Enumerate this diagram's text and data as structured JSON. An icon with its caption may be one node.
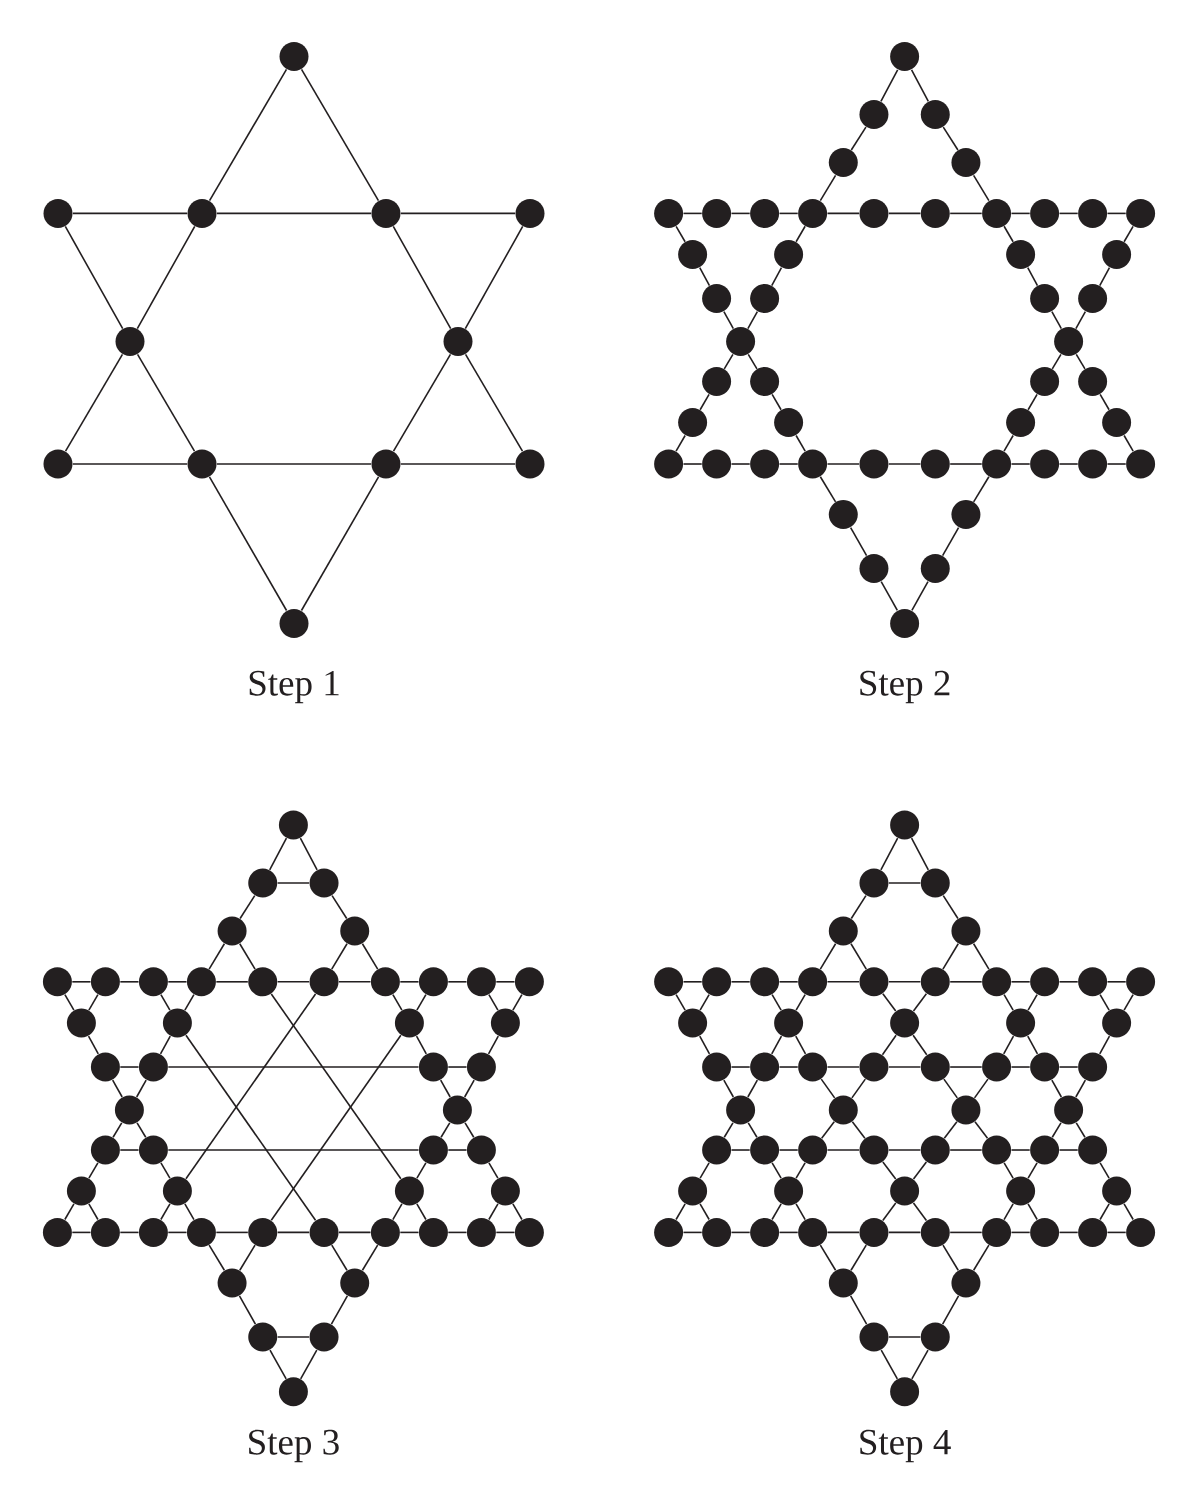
{
  "diagram": {
    "nodes": [
      {
        "text": [],
        "shape": "circle"
      },
      {
        "text": [],
        "shape": "circle"
      },
      {
        "text": [],
        "shape": "circle"
      },
      {
        "text": [],
        "shape": "circle"
      },
      {
        "text": [],
        "shape": "circle"
      },
      {
        "text": [],
        "shape": "circle"
      },
      {
        "text": [],
        "shape": "circle"
      },
      {
        "text": [],
        "shape": "circle"
      },
      {
        "text": [],
        "shape": "circle"
      },
      {
        "text": [],
        "shape": "circle"
      },
      {
        "text": [],
        "shape": "circle"
      },
      {
        "text": [],
        "shape": "circle"
      },
      {
        "text": [],
        "shape": "circle"
      },
      {
        "text": [],
        "shape": "circle"
      },
      {
        "text": [],
        "shape": "circle"
      },
      {
        "text": [],
        "shape": "circle"
      },
      {
        "text": [],
        "shape": "circle"
      },
      {
        "text": [],
        "shape": "circle"
      },
      {
        "text": [],
        "shape": "circle"
      },
      {
        "text": [],
        "shape": "circle"
      },
      {
        "text": [],
        "shape": "circle"
      },
      {
        "text": [],
        "shape": "circle"
      },
      {
        "text": [],
        "shape": "circle"
      },
      {
        "text": [],
        "shape": "circle"
      },
      {
        "text": [],
        "shape": "circle"
      },
      {
        "text": [],
        "shape": "circle"
      },
      {
        "text": [],
        "shape": "circle"
      },
      {
        "text": [],
        "shape": "circle"
      },
      {
        "text": [],
        "shape": "circle"
      },
      {
        "text": [],
        "shape": "circle"
      },
      {
        "text": [],
        "shape": "circle"
      },
      {
        "text": [],
        "shape": "circle"
      },
      {
        "text": [],
        "shape": "circle"
      },
      {
        "text": [],
        "shape": "circle"
      },
      {
        "text": [],
        "shape": "circle"
      },
      {
        "text": [],
        "shape": "circle"
      },
      {
        "text": [],
        "shape": "circle"
      },
      {
        "text": [],
        "shape": "circle"
      },
      {
        "text": [],
        "shape": "circle"
      },
      {
        "text": [],
        "shape": "circle"
      },
      {
        "text": [],
        "shape": "circle"
      },
      {
        "text": [],
        "shape": "circle"
      },
      {
        "text": [],
        "shape": "circle"
      },
      {
        "text": [],
        "shape": "circle"
      },
      {
        "text": [],
        "shape": "circle"
      },
      {
        "text": [],
        "shape": "circle"
      },
      {
        "text": [],
        "shape": "circle"
      },
      {
        "text": [],
        "shape": "circle"
      },
      {
        "text": [],
        "shape": "circle"
      },
      {
        "text": [],
        "shape": "circle"
      },
      {
        "text": [],
        "shape": "circle"
      },
      {
        "text": [],
        "shape": "circle"
      },
      {
        "text": [],
        "shape": "circle"
      },
      {
        "text": [],
        "shape": "circle"
      },
      {
        "text": [],
        "shape": "circle"
      },
      {
        "text": [],
        "shape": "circle"
      },
      {
        "text": [],
        "shape": "circle"
      },
      {
        "text": [],
        "shape": "circle"
      },
      {
        "text": [],
        "shape": "circle"
      },
      {
        "text": [],
        "shape": "circle"
      },
      {
        "text": [],
        "shape": "circle"
      },
      {
        "text": [],
        "shape": "circle"
      },
      {
        "text": [],
        "shape": "circle"
      },
      {
        "text": [],
        "shape": "circle"
      },
      {
        "text": [],
        "shape": "circle"
      },
      {
        "text": [],
        "shape": "circle"
      },
      {
        "text": [],
        "shape": "circle"
      },
      {
        "text": [],
        "shape": "circle"
      },
      {
        "text": [],
        "shape": "circle"
      },
      {
        "text": [],
        "shape": "circle"
      },
      {
        "text": [],
        "shape": "circle"
      },
      {
        "text": [],
        "shape": "circle"
      },
      {
        "text": [],
        "shape": "circle"
      },
      {
        "text": [],
        "shape": "circle"
      },
      {
        "text": [],
        "shape": "circle"
      },
      {
        "text": [],
        "shape": "circle"
      },
      {
        "text": [],
        "shape": "circle"
      },
      {
        "text": [],
        "shape": "circle"
      },
      {
        "text": [],
        "shape": "circle"
      },
      {
        "text": [],
        "shape": "circle"
      },
      {
        "text": [],
        "shape": "circle"
      },
      {
        "text": [],
        "shape": "circle"
      },
      {
        "text": [],
        "shape": "circle"
      },
      {
        "text": [],
        "shape": "circle"
      },
      {
        "text": [],
        "shape": "circle"
      },
      {
        "text": [],
        "shape": "circle"
      },
      {
        "text": [],
        "shape": "circle"
      },
      {
        "text": [],
        "shape": "circle"
      },
      {
        "text": [],
        "shape": "circle"
      },
      {
        "text": [],
        "shape": "circle"
      },
      {
        "text": [],
        "shape": "circle"
      },
      {
        "text": [],
        "shape": "circle"
      },
      {
        "text": [],
        "shape": "circle"
      },
      {
        "text": [],
        "shape": "circle"
      },
      {
        "text": [],
        "shape": "circle"
      },
      {
        "text": [],
        "shape": "circle"
      },
      {
        "text": [],
        "shape": "circle"
      },
      {
        "text": [],
        "shape": "circle"
      },
      {
        "text": [],
        "shape": "circle"
      },
      {
        "text": [],
        "shape": "circle"
      },
      {
        "text": [],
        "shape": "circle"
      },
      {
        "text": [],
        "shape": "circle"
      },
      {
        "text": [],
        "shape": "circle"
      },
      {
        "text": [],
        "shape": "circle"
      },
      {
        "text": [],
        "shape": "circle"
      },
      {
        "text": [],
        "shape": "circle"
      },
      {
        "text": [],
        "shape": "circle"
      },
      {
        "text": [],
        "shape": "circle"
      },
      {
        "text": [],
        "shape": "circle"
      },
      {
        "text": [],
        "shape": "circle"
      },
      {
        "text": [],
        "shape": "circle"
      },
      {
        "text": [],
        "shape": "circle"
      },
      {
        "text": [],
        "shape": "circle"
      },
      {
        "text": [],
        "shape": "circle"
      },
      {
        "text": [],
        "shape": "circle"
      },
      {
        "text": [],
        "shape": "circle"
      },
      {
        "text": [],
        "shape": "circle"
      },
      {
        "text": [],
        "shape": "circle"
      },
      {
        "text": [],
        "shape": "circle"
      },
      {
        "text": [],
        "shape": "circle"
      },
      {
        "text": [],
        "shape": "circle"
      },
      {
        "text": [],
        "shape": "circle"
      },
      {
        "text": [],
        "shape": "circle"
      },
      {
        "text": [],
        "shape": "circle"
      },
      {
        "text": [],
        "shape": "circle"
      },
      {
        "text": [],
        "shape": "circle"
      },
      {
        "text": [],
        "shape": "circle"
      },
      {
        "text": [],
        "shape": "circle"
      },
      {
        "text": [],
        "shape": "circle"
      },
      {
        "text": [],
        "shape": "circle"
      },
      {
        "text": [],
        "shape": "circle"
      },
      {
        "text": [],
        "shape": "circle"
      },
      {
        "text": [],
        "shape": "circle"
      },
      {
        "text": [],
        "shape": "circle"
      },
      {
        "text": [],
        "shape": "circle"
      },
      {
        "text": [],
        "shape": "circle"
      },
      {
        "text": [],
        "shape": "circle"
      },
      {
        "text": [],
        "shape": "circle"
      },
      {
        "text": [],
        "shape": "circle"
      },
      {
        "text": [],
        "shape": "circle"
      },
      {
        "text": [],
        "shape": "circle"
      },
      {
        "text": [],
        "shape": "circle"
      },
      {
        "text": [],
        "shape": "circle"
      },
      {
        "text": [],
        "shape": "circle"
      },
      {
        "text": [],
        "shape": "circle"
      },
      {
        "text": [],
        "shape": "circle"
      },
      {
        "text": [],
        "shape": "circle"
      },
      {
        "text": [],
        "shape": "circle"
      },
      {
        "text": [],
        "shape": "circle"
      },
      {
        "text": [],
        "shape": "circle"
      },
      {
        "text": [],
        "shape": "circle"
      },
      {
        "text": [],
        "shape": "circle"
      },
      {
        "text": [],
        "shape": "circle"
      },
      {
        "text": [],
        "shape": "circle"
      },
      {
        "text": [],
        "shape": "circle"
      },
      {
        "text": [],
        "shape": "circle"
      },
      {
        "text": [],
        "shape": "circle"
      },
      {
        "text": [],
        "shape": "circle"
      },
      {
        "text": [],
        "shape": "circle"
      },
      {
        "text": [],
        "shape": "circle"
      },
      {
        "text": [],
        "shape": "circle"
      },
      {
        "text": [],
        "shape": "circle"
      },
      {
        "text": [],
        "shape": "circle"
      },
      {
        "text": [],
        "shape": "circle"
      },
      {
        "text": [],
        "shape": "circle"
      },
      {
        "text": [],
        "shape": "circle"
      },
      {
        "text": [],
        "shape": "circle"
      },
      {
        "text": [],
        "shape": "circle"
      }
    ],
    "edges": [
      {
        "from": 0,
        "to": 2,
        "arrow": "none"
      },
      {
        "from": 2,
        "to": 5,
        "arrow": "none"
      },
      {
        "from": 5,
        "to": 7,
        "arrow": "none"
      },
      {
        "from": 0,
        "to": 3,
        "arrow": "none"
      },
      {
        "from": 3,
        "to": 6,
        "arrow": "none"
      },
      {
        "from": 6,
        "to": 10,
        "arrow": "none"
      },
      {
        "from": 7,
        "to": 8,
        "arrow": "none"
      },
      {
        "from": 8,
        "to": 9,
        "arrow": "none"
      },
      {
        "from": 9,
        "to": 10,
        "arrow": "none"
      },
      {
        "from": 1,
        "to": 2,
        "arrow": "none"
      },
      {
        "from": 2,
        "to": 3,
        "arrow": "none"
      },
      {
        "from": 3,
        "to": 4,
        "arrow": "none"
      },
      {
        "from": 1,
        "to": 5,
        "arrow": "none"
      },
      {
        "from": 5,
        "to": 8,
        "arrow": "none"
      },
      {
        "from": 8,
        "to": 11,
        "arrow": "none"
      },
      {
        "from": 4,
        "to": 6,
        "arrow": "none"
      },
      {
        "from": 6,
        "to": 9,
        "arrow": "none"
      },
      {
        "from": 9,
        "to": 11,
        "arrow": "none"
      },
      {
        "from": 12,
        "to": 13,
        "arrow": "none"
      },
      {
        "from": 13,
        "to": 15,
        "arrow": "none"
      },
      {
        "from": 15,
        "to": 20,
        "arrow": "none"
      },
      {
        "from": 20,
        "to": 28,
        "arrow": "none"
      },
      {
        "from": 28,
        "to": 32,
        "arrow": "none"
      },
      {
        "from": 32,
        "to": 35,
        "arrow": "none"
      },
      {
        "from": 35,
        "to": 37,
        "arrow": "none"
      },
      {
        "from": 37,
        "to": 41,
        "arrow": "none"
      },
      {
        "from": 41,
        "to": 45,
        "arrow": "none"
      },
      {
        "from": 12,
        "to": 14,
        "arrow": "none"
      },
      {
        "from": 14,
        "to": 16,
        "arrow": "none"
      },
      {
        "from": 16,
        "to": 23,
        "arrow": "none"
      },
      {
        "from": 23,
        "to": 29,
        "arrow": "none"
      },
      {
        "from": 29,
        "to": 33,
        "arrow": "none"
      },
      {
        "from": 33,
        "to": 36,
        "arrow": "none"
      },
      {
        "from": 36,
        "to": 40,
        "arrow": "none"
      },
      {
        "from": 40,
        "to": 44,
        "arrow": "none"
      },
      {
        "from": 44,
        "to": 54,
        "arrow": "none"
      },
      {
        "from": 45,
        "to": 46,
        "arrow": "none"
      },
      {
        "from": 46,
        "to": 47,
        "arrow": "none"
      },
      {
        "from": 47,
        "to": 48,
        "arrow": "none"
      },
      {
        "from": 48,
        "to": 49,
        "arrow": "none"
      },
      {
        "from": 49,
        "to": 50,
        "arrow": "none"
      },
      {
        "from": 50,
        "to": 51,
        "arrow": "none"
      },
      {
        "from": 51,
        "to": 52,
        "arrow": "none"
      },
      {
        "from": 52,
        "to": 53,
        "arrow": "none"
      },
      {
        "from": 53,
        "to": 54,
        "arrow": "none"
      },
      {
        "from": 17,
        "to": 18,
        "arrow": "none"
      },
      {
        "from": 18,
        "to": 19,
        "arrow": "none"
      },
      {
        "from": 19,
        "to": 20,
        "arrow": "none"
      },
      {
        "from": 20,
        "to": 21,
        "arrow": "none"
      },
      {
        "from": 21,
        "to": 22,
        "arrow": "none"
      },
      {
        "from": 22,
        "to": 23,
        "arrow": "none"
      },
      {
        "from": 23,
        "to": 24,
        "arrow": "none"
      },
      {
        "from": 24,
        "to": 25,
        "arrow": "none"
      },
      {
        "from": 25,
        "to": 26,
        "arrow": "none"
      },
      {
        "from": 17,
        "to": 27,
        "arrow": "none"
      },
      {
        "from": 27,
        "to": 31,
        "arrow": "none"
      },
      {
        "from": 31,
        "to": 35,
        "arrow": "none"
      },
      {
        "from": 35,
        "to": 38,
        "arrow": "none"
      },
      {
        "from": 38,
        "to": 42,
        "arrow": "none"
      },
      {
        "from": 42,
        "to": 48,
        "arrow": "none"
      },
      {
        "from": 48,
        "to": 55,
        "arrow": "none"
      },
      {
        "from": 55,
        "to": 57,
        "arrow": "none"
      },
      {
        "from": 57,
        "to": 59,
        "arrow": "none"
      },
      {
        "from": 26,
        "to": 30,
        "arrow": "none"
      },
      {
        "from": 30,
        "to": 34,
        "arrow": "none"
      },
      {
        "from": 34,
        "to": 36,
        "arrow": "none"
      },
      {
        "from": 36,
        "to": 39,
        "arrow": "none"
      },
      {
        "from": 39,
        "to": 43,
        "arrow": "none"
      },
      {
        "from": 43,
        "to": 51,
        "arrow": "none"
      },
      {
        "from": 51,
        "to": 56,
        "arrow": "none"
      },
      {
        "from": 56,
        "to": 58,
        "arrow": "none"
      },
      {
        "from": 58,
        "to": 59,
        "arrow": "none"
      },
      {
        "from": 61,
        "to": 62,
        "arrow": "none"
      },
      {
        "from": 65,
        "to": 66,
        "arrow": "none"
      },
      {
        "from": 66,
        "to": 67,
        "arrow": "none"
      },
      {
        "from": 67,
        "to": 68,
        "arrow": "none"
      },
      {
        "from": 68,
        "to": 69,
        "arrow": "none"
      },
      {
        "from": 69,
        "to": 70,
        "arrow": "none"
      },
      {
        "from": 70,
        "to": 71,
        "arrow": "none"
      },
      {
        "from": 71,
        "to": 72,
        "arrow": "none"
      },
      {
        "from": 72,
        "to": 73,
        "arrow": "none"
      },
      {
        "from": 73,
        "to": 74,
        "arrow": "none"
      },
      {
        "from": 79,
        "to": 80,
        "arrow": "none"
      },
      {
        "from": 80,
        "to": 81,
        "arrow": "none"
      },
      {
        "from": 81,
        "to": 82,
        "arrow": "none"
      },
      {
        "from": 85,
        "to": 86,
        "arrow": "none"
      },
      {
        "from": 86,
        "to": 87,
        "arrow": "none"
      },
      {
        "from": 87,
        "to": 88,
        "arrow": "none"
      },
      {
        "from": 93,
        "to": 94,
        "arrow": "none"
      },
      {
        "from": 94,
        "to": 95,
        "arrow": "none"
      },
      {
        "from": 95,
        "to": 96,
        "arrow": "none"
      },
      {
        "from": 96,
        "to": 97,
        "arrow": "none"
      },
      {
        "from": 97,
        "to": 98,
        "arrow": "none"
      },
      {
        "from": 98,
        "to": 99,
        "arrow": "none"
      },
      {
        "from": 99,
        "to": 100,
        "arrow": "none"
      },
      {
        "from": 100,
        "to": 101,
        "arrow": "none"
      },
      {
        "from": 101,
        "to": 102,
        "arrow": "none"
      },
      {
        "from": 105,
        "to": 106,
        "arrow": "none"
      },
      {
        "from": 73,
        "to": 78,
        "arrow": "none"
      },
      {
        "from": 60,
        "to": 62,
        "arrow": "none"
      },
      {
        "from": 62,
        "to": 64,
        "arrow": "none"
      },
      {
        "from": 64,
        "to": 71,
        "arrow": "none"
      },
      {
        "from": 71,
        "to": 77,
        "arrow": "none"
      },
      {
        "from": 77,
        "to": 81,
        "arrow": "none"
      },
      {
        "from": 81,
        "to": 84,
        "arrow": "none"
      },
      {
        "from": 84,
        "to": 88,
        "arrow": "none"
      },
      {
        "from": 88,
        "to": 92,
        "arrow": "none"
      },
      {
        "from": 92,
        "to": 102,
        "arrow": "none"
      },
      {
        "from": 63,
        "to": 69,
        "arrow": "none"
      },
      {
        "from": 69,
        "to": 91,
        "arrow": "none"
      },
      {
        "from": 91,
        "to": 100,
        "arrow": "none"
      },
      {
        "from": 67,
        "to": 76,
        "arrow": "none"
      },
      {
        "from": 76,
        "to": 98,
        "arrow": "none"
      },
      {
        "from": 98,
        "to": 104,
        "arrow": "none"
      },
      {
        "from": 65,
        "to": 75,
        "arrow": "none"
      },
      {
        "from": 75,
        "to": 79,
        "arrow": "none"
      },
      {
        "from": 79,
        "to": 83,
        "arrow": "none"
      },
      {
        "from": 83,
        "to": 86,
        "arrow": "none"
      },
      {
        "from": 86,
        "to": 90,
        "arrow": "none"
      },
      {
        "from": 90,
        "to": 96,
        "arrow": "none"
      },
      {
        "from": 96,
        "to": 103,
        "arrow": "none"
      },
      {
        "from": 103,
        "to": 105,
        "arrow": "none"
      },
      {
        "from": 105,
        "to": 107,
        "arrow": "none"
      },
      {
        "from": 89,
        "to": 94,
        "arrow": "none"
      },
      {
        "from": 66,
        "to": 75,
        "arrow": "none"
      },
      {
        "from": 60,
        "to": 61,
        "arrow": "none"
      },
      {
        "from": 61,
        "to": 63,
        "arrow": "none"
      },
      {
        "from": 63,
        "to": 68,
        "arrow": "none"
      },
      {
        "from": 68,
        "to": 76,
        "arrow": "none"
      },
      {
        "from": 76,
        "to": 80,
        "arrow": "none"
      },
      {
        "from": 80,
        "to": 83,
        "arrow": "none"
      },
      {
        "from": 83,
        "to": 85,
        "arrow": "none"
      },
      {
        "from": 85,
        "to": 89,
        "arrow": "none"
      },
      {
        "from": 89,
        "to": 93,
        "arrow": "none"
      },
      {
        "from": 64,
        "to": 70,
        "arrow": "none"
      },
      {
        "from": 70,
        "to": 90,
        "arrow": "none"
      },
      {
        "from": 90,
        "to": 95,
        "arrow": "none"
      },
      {
        "from": 72,
        "to": 77,
        "arrow": "none"
      },
      {
        "from": 77,
        "to": 97,
        "arrow": "none"
      },
      {
        "from": 97,
        "to": 103,
        "arrow": "none"
      },
      {
        "from": 74,
        "to": 78,
        "arrow": "none"
      },
      {
        "from": 78,
        "to": 82,
        "arrow": "none"
      },
      {
        "from": 82,
        "to": 84,
        "arrow": "none"
      },
      {
        "from": 84,
        "to": 87,
        "arrow": "none"
      },
      {
        "from": 87,
        "to": 91,
        "arrow": "none"
      },
      {
        "from": 91,
        "to": 99,
        "arrow": "none"
      },
      {
        "from": 99,
        "to": 104,
        "arrow": "none"
      },
      {
        "from": 104,
        "to": 106,
        "arrow": "none"
      },
      {
        "from": 106,
        "to": 107,
        "arrow": "none"
      },
      {
        "from": 92,
        "to": 101,
        "arrow": "none"
      },
      {
        "from": 109,
        "to": 110,
        "arrow": "none"
      },
      {
        "from": 113,
        "to": 114,
        "arrow": "none"
      },
      {
        "from": 114,
        "to": 115,
        "arrow": "none"
      },
      {
        "from": 115,
        "to": 116,
        "arrow": "none"
      },
      {
        "from": 116,
        "to": 117,
        "arrow": "none"
      },
      {
        "from": 117,
        "to": 118,
        "arrow": "none"
      },
      {
        "from": 118,
        "to": 119,
        "arrow": "none"
      },
      {
        "from": 119,
        "to": 120,
        "arrow": "none"
      },
      {
        "from": 120,
        "to": 121,
        "arrow": "none"
      },
      {
        "from": 121,
        "to": 122,
        "arrow": "none"
      },
      {
        "from": 128,
        "to": 129,
        "arrow": "none"
      },
      {
        "from": 129,
        "to": 130,
        "arrow": "none"
      },
      {
        "from": 130,
        "to": 131,
        "arrow": "none"
      },
      {
        "from": 131,
        "to": 132,
        "arrow": "none"
      },
      {
        "from": 132,
        "to": 133,
        "arrow": "none"
      },
      {
        "from": 133,
        "to": 134,
        "arrow": "none"
      },
      {
        "from": 134,
        "to": 135,
        "arrow": "none"
      },
      {
        "from": 140,
        "to": 141,
        "arrow": "none"
      },
      {
        "from": 141,
        "to": 142,
        "arrow": "none"
      },
      {
        "from": 142,
        "to": 143,
        "arrow": "none"
      },
      {
        "from": 143,
        "to": 144,
        "arrow": "none"
      },
      {
        "from": 144,
        "to": 145,
        "arrow": "none"
      },
      {
        "from": 145,
        "to": 146,
        "arrow": "none"
      },
      {
        "from": 146,
        "to": 147,
        "arrow": "none"
      },
      {
        "from": 153,
        "to": 154,
        "arrow": "none"
      },
      {
        "from": 154,
        "to": 155,
        "arrow": "none"
      },
      {
        "from": 155,
        "to": 156,
        "arrow": "none"
      },
      {
        "from": 156,
        "to": 157,
        "arrow": "none"
      },
      {
        "from": 157,
        "to": 158,
        "arrow": "none"
      },
      {
        "from": 158,
        "to": 159,
        "arrow": "none"
      },
      {
        "from": 159,
        "to": 160,
        "arrow": "none"
      },
      {
        "from": 160,
        "to": 161,
        "arrow": "none"
      },
      {
        "from": 161,
        "to": 162,
        "arrow": "none"
      },
      {
        "from": 165,
        "to": 166,
        "arrow": "none"
      },
      {
        "from": 121,
        "to": 127,
        "arrow": "none"
      },
      {
        "from": 108,
        "to": 110,
        "arrow": "none"
      },
      {
        "from": 110,
        "to": 112,
        "arrow": "none"
      },
      {
        "from": 112,
        "to": 119,
        "arrow": "none"
      },
      {
        "from": 119,
        "to": 126,
        "arrow": "none"
      },
      {
        "from": 126,
        "to": 134,
        "arrow": "none"
      },
      {
        "from": 134,
        "to": 139,
        "arrow": "none"
      },
      {
        "from": 139,
        "to": 147,
        "arrow": "none"
      },
      {
        "from": 147,
        "to": 152,
        "arrow": "none"
      },
      {
        "from": 152,
        "to": 162,
        "arrow": "none"
      },
      {
        "from": 111,
        "to": 117,
        "arrow": "none"
      },
      {
        "from": 117,
        "to": 125,
        "arrow": "none"
      },
      {
        "from": 125,
        "to": 132,
        "arrow": "none"
      },
      {
        "from": 132,
        "to": 138,
        "arrow": "none"
      },
      {
        "from": 138,
        "to": 145,
        "arrow": "none"
      },
      {
        "from": 145,
        "to": 151,
        "arrow": "none"
      },
      {
        "from": 151,
        "to": 160,
        "arrow": "none"
      },
      {
        "from": 115,
        "to": 124,
        "arrow": "none"
      },
      {
        "from": 124,
        "to": 130,
        "arrow": "none"
      },
      {
        "from": 130,
        "to": 137,
        "arrow": "none"
      },
      {
        "from": 137,
        "to": 143,
        "arrow": "none"
      },
      {
        "from": 143,
        "to": 150,
        "arrow": "none"
      },
      {
        "from": 150,
        "to": 158,
        "arrow": "none"
      },
      {
        "from": 158,
        "to": 164,
        "arrow": "none"
      },
      {
        "from": 113,
        "to": 123,
        "arrow": "none"
      },
      {
        "from": 123,
        "to": 128,
        "arrow": "none"
      },
      {
        "from": 128,
        "to": 136,
        "arrow": "none"
      },
      {
        "from": 136,
        "to": 141,
        "arrow": "none"
      },
      {
        "from": 141,
        "to": 149,
        "arrow": "none"
      },
      {
        "from": 149,
        "to": 156,
        "arrow": "none"
      },
      {
        "from": 156,
        "to": 163,
        "arrow": "none"
      },
      {
        "from": 163,
        "to": 165,
        "arrow": "none"
      },
      {
        "from": 165,
        "to": 167,
        "arrow": "none"
      },
      {
        "from": 148,
        "to": 154,
        "arrow": "none"
      },
      {
        "from": 114,
        "to": 123,
        "arrow": "none"
      },
      {
        "from": 108,
        "to": 109,
        "arrow": "none"
      },
      {
        "from": 109,
        "to": 111,
        "arrow": "none"
      },
      {
        "from": 111,
        "to": 116,
        "arrow": "none"
      },
      {
        "from": 116,
        "to": 124,
        "arrow": "none"
      },
      {
        "from": 124,
        "to": 129,
        "arrow": "none"
      },
      {
        "from": 129,
        "to": 136,
        "arrow": "none"
      },
      {
        "from": 136,
        "to": 140,
        "arrow": "none"
      },
      {
        "from": 140,
        "to": 148,
        "arrow": "none"
      },
      {
        "from": 148,
        "to": 153,
        "arrow": "none"
      },
      {
        "from": 112,
        "to": 118,
        "arrow": "none"
      },
      {
        "from": 118,
        "to": 125,
        "arrow": "none"
      },
      {
        "from": 125,
        "to": 131,
        "arrow": "none"
      },
      {
        "from": 131,
        "to": 137,
        "arrow": "none"
      },
      {
        "from": 137,
        "to": 142,
        "arrow": "none"
      },
      {
        "from": 142,
        "to": 149,
        "arrow": "none"
      },
      {
        "from": 149,
        "to": 155,
        "arrow": "none"
      },
      {
        "from": 120,
        "to": 126,
        "arrow": "none"
      },
      {
        "from": 126,
        "to": 133,
        "arrow": "none"
      },
      {
        "from": 133,
        "to": 138,
        "arrow": "none"
      },
      {
        "from": 138,
        "to": 144,
        "arrow": "none"
      },
      {
        "from": 144,
        "to": 150,
        "arrow": "none"
      },
      {
        "from": 150,
        "to": 157,
        "arrow": "none"
      },
      {
        "from": 157,
        "to": 163,
        "arrow": "none"
      },
      {
        "from": 122,
        "to": 127,
        "arrow": "none"
      },
      {
        "from": 127,
        "to": 135,
        "arrow": "none"
      },
      {
        "from": 135,
        "to": 139,
        "arrow": "none"
      },
      {
        "from": 139,
        "to": 146,
        "arrow": "none"
      },
      {
        "from": 146,
        "to": 151,
        "arrow": "none"
      },
      {
        "from": 151,
        "to": 159,
        "arrow": "none"
      },
      {
        "from": 159,
        "to": 164,
        "arrow": "none"
      },
      {
        "from": 164,
        "to": 166,
        "arrow": "none"
      },
      {
        "from": 166,
        "to": 167,
        "arrow": "none"
      },
      {
        "from": 152,
        "to": 161,
        "arrow": "none"
      }
    ],
    "labels": [
      "Step 1",
      "Step 2",
      "Step 3",
      "Step 4"
    ]
  }
}
